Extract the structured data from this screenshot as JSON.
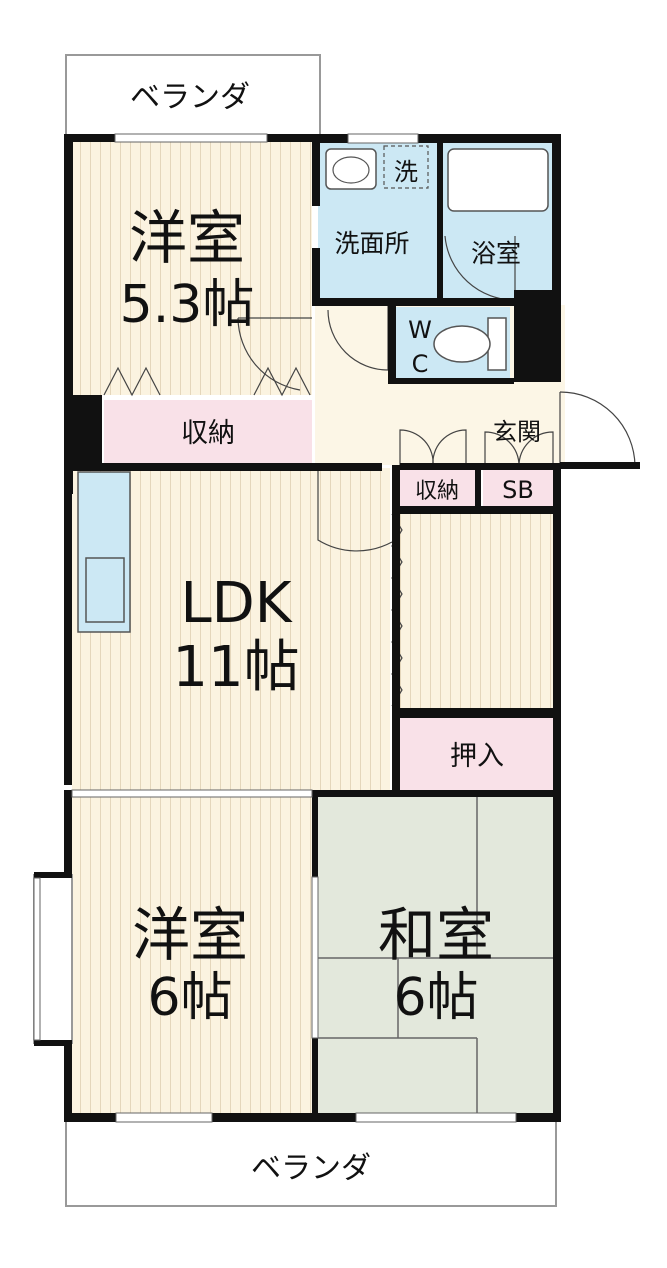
{
  "rooms": {
    "balcony_top": "ベランダ",
    "western_room_1_name": "洋室",
    "western_room_1_size": "5.3帖",
    "washer": "洗",
    "washroom": "洗面所",
    "bathroom": "浴室",
    "toilet_w": "W",
    "toilet_c": "C",
    "storage_1": "収納",
    "entrance": "玄関",
    "storage_2": "収納",
    "shoe_box": "SB",
    "ldk_name": "LDK",
    "ldk_size": "11帖",
    "closet": "押入",
    "western_room_2_name": "洋室",
    "western_room_2_size": "6帖",
    "japanese_room_name": "和室",
    "japanese_room_size": "6帖",
    "balcony_bottom": "ベランダ"
  },
  "colors": {
    "wood_floor": "#fbf3e0",
    "wood_line": "#e4d6bb",
    "wet_area": "#cce8f4",
    "storage": "#f9e1e8",
    "tatami": "#e3e8dc",
    "entrance_floor": "#fcf6e6",
    "wall": "#111111"
  }
}
